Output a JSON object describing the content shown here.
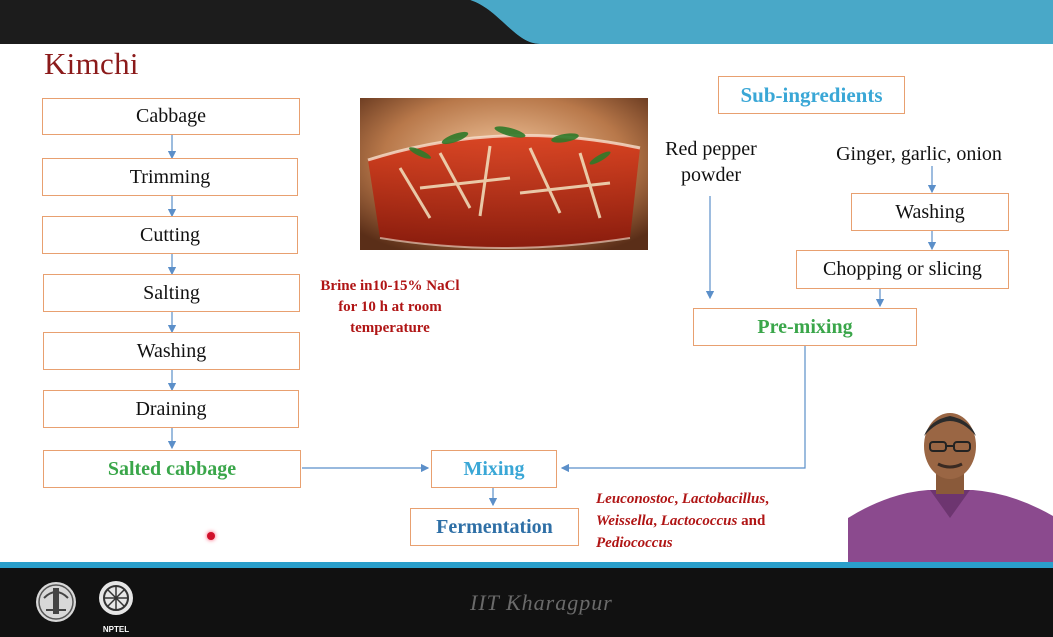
{
  "slide": {
    "title": "Kimchi",
    "process_steps": [
      {
        "label": "Cabbage"
      },
      {
        "label": "Trimming"
      },
      {
        "label": "Cutting"
      },
      {
        "label": "Salting"
      },
      {
        "label": "Washing"
      },
      {
        "label": "Draining"
      },
      {
        "label": "Salted cabbage"
      }
    ],
    "brine_note": [
      "Brine in10-15% NaCl",
      "for 10 h at room",
      "temperature"
    ],
    "sub_ingredients": {
      "header": "Sub-ingredients",
      "red_pepper": [
        "Red pepper",
        "powder"
      ],
      "aromatics": "Ginger, garlic, onion",
      "washing": "Washing",
      "chopping": "Chopping or slicing",
      "premixing": "Pre-mixing"
    },
    "mixing": "Mixing",
    "fermentation": "Fermentation",
    "microbes": {
      "line1_a": "Leuconostoc",
      "line1_sep": ", ",
      "line1_b": "Lactobacillus",
      "line1_end": ",",
      "line2_a": "Weissella",
      "line2_sep": ", ",
      "line2_b": "Lactococcus",
      "line2_and": " and",
      "line3": "Pediococcus"
    }
  },
  "footer": {
    "institute": "IIT Kharagpur",
    "nptel_label": "NPTEL"
  },
  "colors": {
    "title": "#8b1a1a",
    "box_border": "#e8a070",
    "arrow": "#5b8fc9",
    "green_label": "#3aa64a",
    "blue_label": "#2e6fa6",
    "cyan_label": "#3aa7d6",
    "red_note": "#b01515",
    "footer_bg": "#111111",
    "footer_stripe": "#2a9fcb"
  }
}
